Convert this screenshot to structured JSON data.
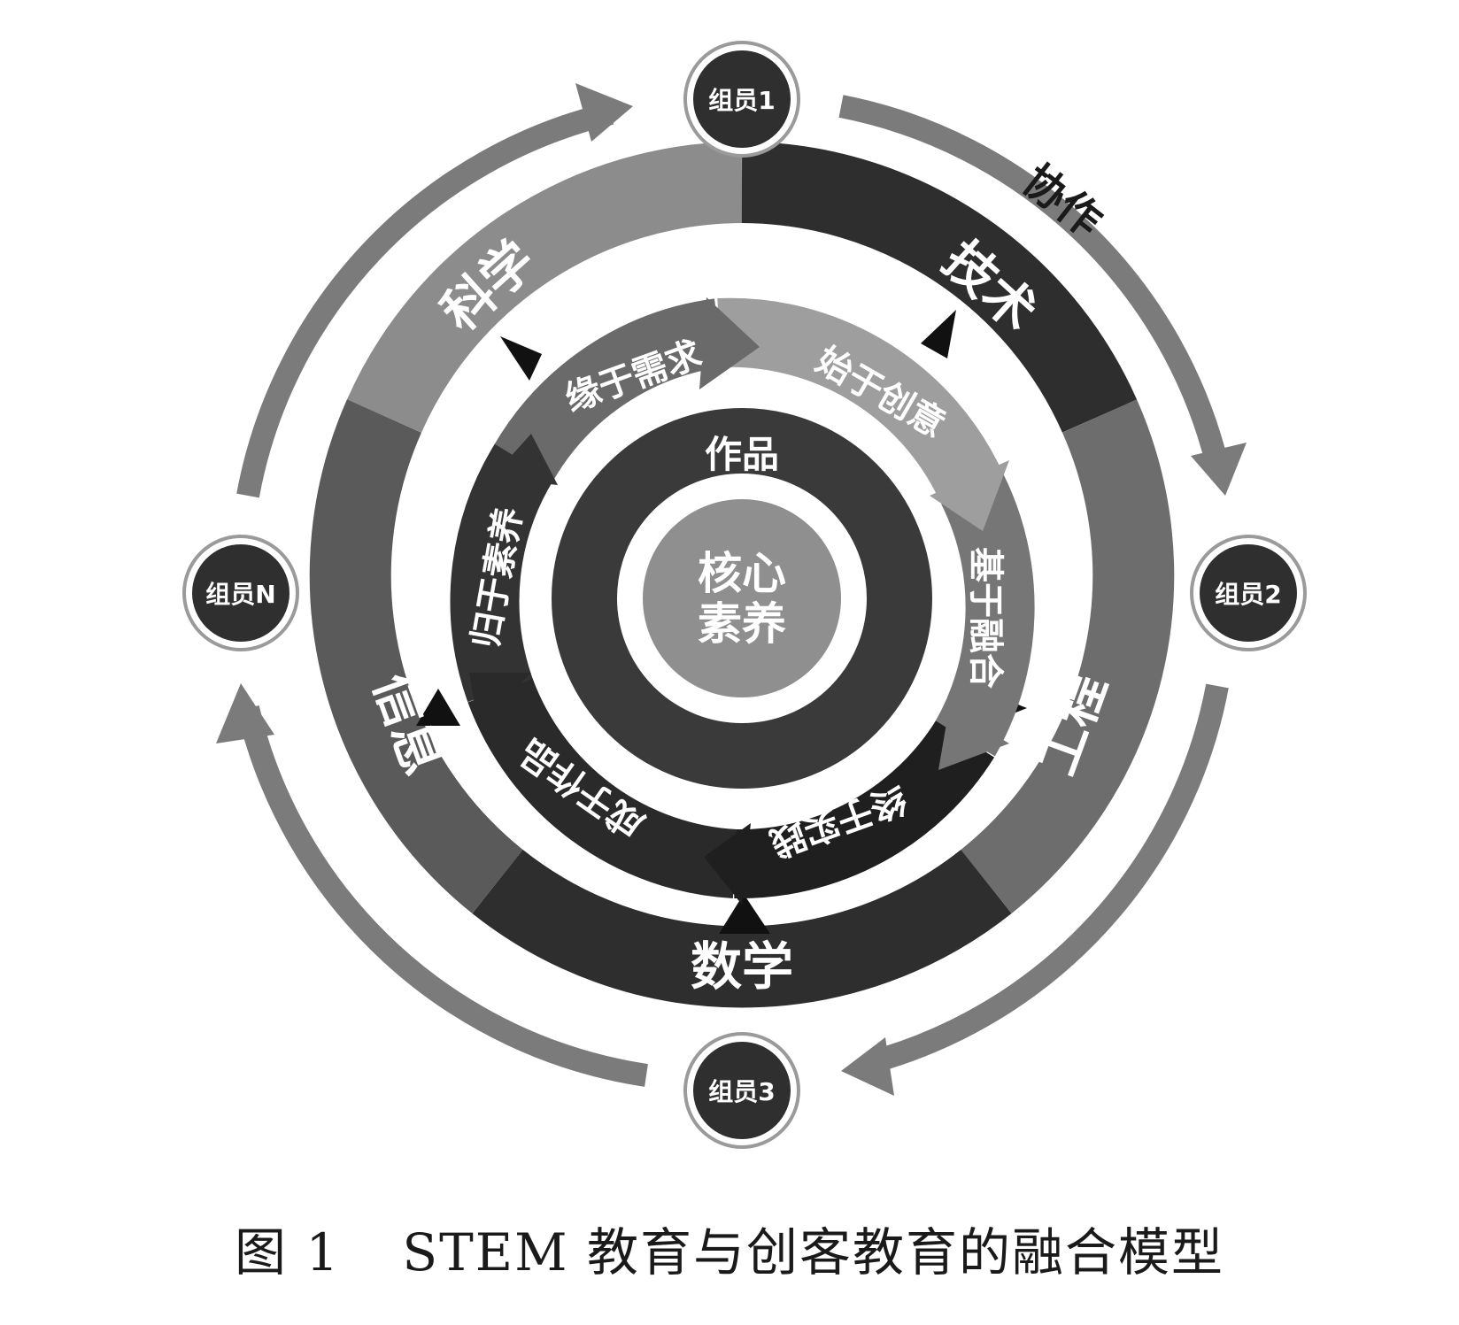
{
  "colors": {
    "outer_arrow": "#7b7b7b",
    "member_fill": "#2f2f2f",
    "member_ring": "#9a9a9a",
    "ring_light": "#8c8c8c",
    "ring_dark": "#2e2e2e",
    "ring_mid": "#5a5a5a",
    "inner_ring": "#3a3a3a",
    "core_fill": "#8f8f8f",
    "text_light": "#ffffff",
    "text_dark": "#1a1a1a"
  },
  "members": {
    "m1": "组员1",
    "m2": "组员2",
    "m3": "组员3",
    "mn": "组员N"
  },
  "collaboration_label": "协作",
  "disciplines": {
    "science": "科学",
    "technology": "技术",
    "engineering": "工程",
    "math": "数学",
    "info": "信息"
  },
  "process": {
    "need": "缘于需求",
    "idea": "始于创意",
    "fusion": "基于融合",
    "practice": "终于实践",
    "work": "成于作品",
    "literacy": "归于素养"
  },
  "inner_label": "作品",
  "core": {
    "line1": "核心",
    "line2": "素养"
  },
  "caption": {
    "number": "图 1",
    "title": "STEM 教育与创客教育的融合模型"
  }
}
